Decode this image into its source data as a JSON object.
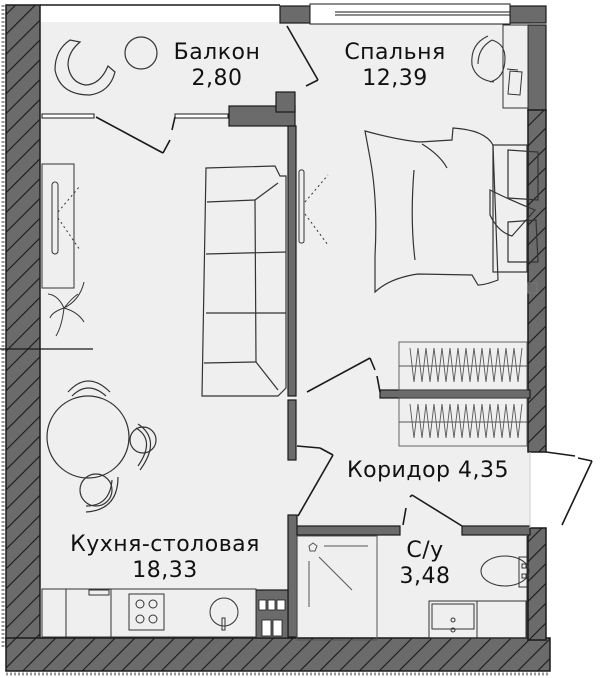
{
  "plan": {
    "colors": {
      "floor": "#efefef",
      "wall": "#6b6b6b",
      "wall_outline": "#1a1a1a",
      "line": "#222222",
      "background": "#ffffff"
    },
    "rooms": [
      {
        "id": "balcony",
        "name": "Балкон",
        "area": "2,80"
      },
      {
        "id": "bedroom",
        "name": "Спальня",
        "area": "12,39"
      },
      {
        "id": "corridor",
        "name": "Коридор",
        "area": "4,35",
        "label": "Коридор 4,35"
      },
      {
        "id": "kitchen",
        "name": "Кухня-столовая",
        "area": "18,33"
      },
      {
        "id": "bathroom",
        "name": "С/у",
        "area": "3,48"
      }
    ],
    "furniture": [
      "armchair",
      "round-side-table",
      "desk",
      "desk-chair",
      "bed",
      "tv-bedroom",
      "tv-living",
      "sofa",
      "plant",
      "dining-table",
      "dining-chairs",
      "wardrobe",
      "shower",
      "toilet",
      "washbasin",
      "stove",
      "kitchen-sink",
      "kitchen-counter"
    ]
  }
}
